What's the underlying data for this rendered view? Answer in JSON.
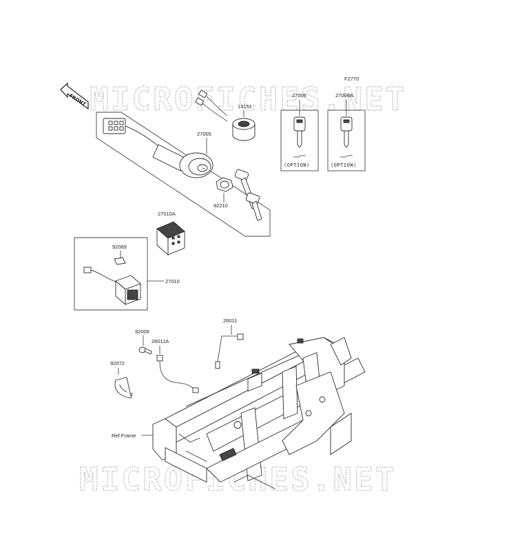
{
  "figure_code": "F2770",
  "front_arrow": "FRONT",
  "watermark": "MICROFICHES.NET",
  "option_text": "(OPTION)",
  "ref_frame": "Ref.Frame",
  "parts": {
    "p13151": "13151",
    "p27008": "27008",
    "p27008a": "27008A",
    "p27005": "27005",
    "p92210": "92210",
    "p27010a": "27010A",
    "p92069": "92069",
    "p27010": "27010",
    "p26011": "26011",
    "p92009": "92009",
    "p26011a": "26011A",
    "p92072": "92072"
  }
}
